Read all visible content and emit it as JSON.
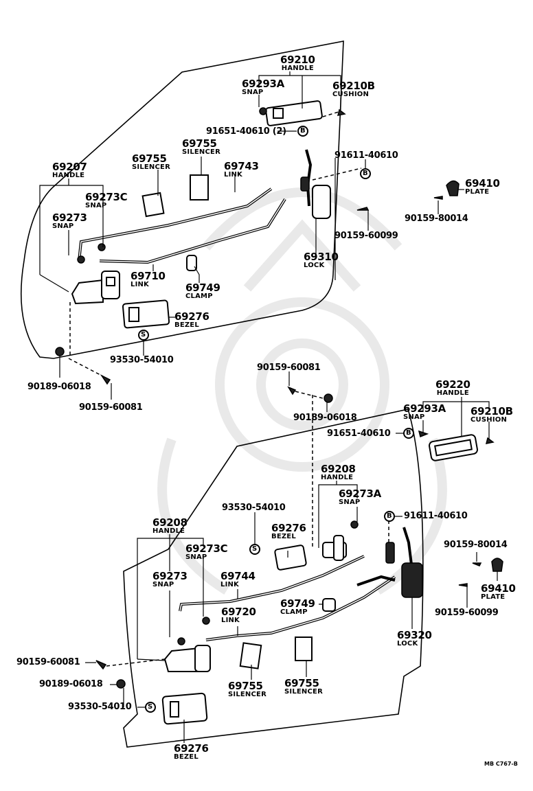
{
  "diagram": {
    "title": "Front / Rear Door Lock & Handle Parts",
    "drawing_code": "MB C767-B",
    "upper_door": {
      "labels": [
        {
          "id": "u-69210",
          "number": "69210",
          "name": "HANDLE"
        },
        {
          "id": "u-69293a",
          "number": "69293A",
          "name": "SNAP"
        },
        {
          "id": "u-69210b",
          "number": "69210B",
          "name": "CUSHION"
        },
        {
          "id": "u-91651",
          "number": "91651-40610 (2)",
          "name": ""
        },
        {
          "id": "u-91611",
          "number": "91611-40610",
          "name": ""
        },
        {
          "id": "u-69755a",
          "number": "69755",
          "name": "SILENCER"
        },
        {
          "id": "u-69755b",
          "number": "69755",
          "name": "SILENCER"
        },
        {
          "id": "u-69743",
          "number": "69743",
          "name": "LINK"
        },
        {
          "id": "u-69207",
          "number": "69207",
          "name": "HANDLE"
        },
        {
          "id": "u-69273c",
          "number": "69273C",
          "name": "SNAP"
        },
        {
          "id": "u-69273",
          "number": "69273",
          "name": "SNAP"
        },
        {
          "id": "u-69410",
          "number": "69410",
          "name": "PLATE"
        },
        {
          "id": "u-90159-80014",
          "number": "90159-80014",
          "name": ""
        },
        {
          "id": "u-90159-60099",
          "number": "90159-60099",
          "name": ""
        },
        {
          "id": "u-69310",
          "number": "69310",
          "name": "LOCK"
        },
        {
          "id": "u-69710",
          "number": "69710",
          "name": "LINK"
        },
        {
          "id": "u-69749",
          "number": "69749",
          "name": "CLAMP"
        },
        {
          "id": "u-69276",
          "number": "69276",
          "name": "BEZEL"
        },
        {
          "id": "u-93530",
          "number": "93530-54010",
          "name": ""
        },
        {
          "id": "u-90189",
          "number": "90189-06018",
          "name": ""
        },
        {
          "id": "u-90159-60081",
          "number": "90159-60081",
          "name": ""
        }
      ]
    },
    "lower_door": {
      "labels": [
        {
          "id": "l-90159-60081a",
          "number": "90159-60081",
          "name": ""
        },
        {
          "id": "l-90189a",
          "number": "90189-06018",
          "name": ""
        },
        {
          "id": "l-69220",
          "number": "69220",
          "name": "HANDLE"
        },
        {
          "id": "l-69293a",
          "number": "69293A",
          "name": "SNAP"
        },
        {
          "id": "l-69210b",
          "number": "69210B",
          "name": "CUSHION"
        },
        {
          "id": "l-91651",
          "number": "91651-40610",
          "name": ""
        },
        {
          "id": "l-69208r",
          "number": "69208",
          "name": "HANDLE"
        },
        {
          "id": "l-69273a",
          "number": "69273A",
          "name": "SNAP"
        },
        {
          "id": "l-91611",
          "number": "91611-40610",
          "name": ""
        },
        {
          "id": "l-93530a",
          "number": "93530-54010",
          "name": ""
        },
        {
          "id": "l-69276a",
          "number": "69276",
          "name": "BEZEL"
        },
        {
          "id": "l-69208l",
          "number": "69208",
          "name": "HANDLE"
        },
        {
          "id": "l-69273c",
          "number": "69273C",
          "name": "SNAP"
        },
        {
          "id": "l-90159-80014",
          "number": "90159-80014",
          "name": ""
        },
        {
          "id": "l-69410",
          "number": "69410",
          "name": "PLATE"
        },
        {
          "id": "l-90159-60099",
          "number": "90159-60099",
          "name": ""
        },
        {
          "id": "l-69273",
          "number": "69273",
          "name": "SNAP"
        },
        {
          "id": "l-69744",
          "number": "69744",
          "name": "LINK"
        },
        {
          "id": "l-69749",
          "number": "69749",
          "name": "CLAMP"
        },
        {
          "id": "l-69720",
          "number": "69720",
          "name": "LINK"
        },
        {
          "id": "l-69320",
          "number": "69320",
          "name": "LOCK"
        },
        {
          "id": "l-90159-60081b",
          "number": "90159-60081",
          "name": ""
        },
        {
          "id": "l-90189b",
          "number": "90189-06018",
          "name": ""
        },
        {
          "id": "l-93530b",
          "number": "93530-54010",
          "name": ""
        },
        {
          "id": "l-69755a",
          "number": "69755",
          "name": "SILENCER"
        },
        {
          "id": "l-69755b",
          "number": "69755",
          "name": "SILENCER"
        },
        {
          "id": "l-69276b",
          "number": "69276",
          "name": "BEZEL"
        }
      ]
    },
    "symbols": {
      "bolt": "B",
      "screw": "S"
    }
  }
}
